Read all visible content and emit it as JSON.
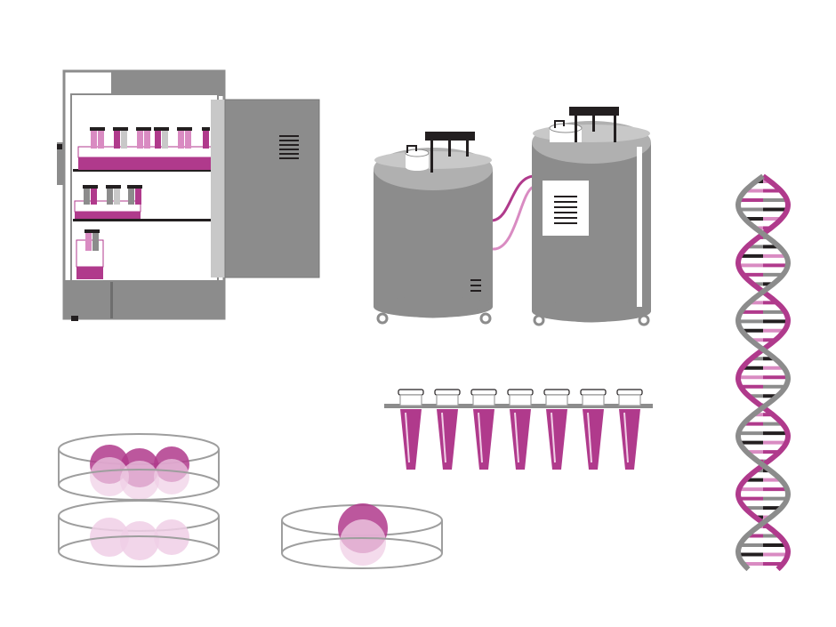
{
  "colors": {
    "magenta": "#b03a8c",
    "pink": "#d98bc2",
    "light_pink": "#f0cfe6",
    "gray": "#8c8c8c",
    "light_gray": "#c8c8c8",
    "dark": "#231f20",
    "outline": "#9e9e9e"
  },
  "illustration": {
    "items": [
      {
        "name": "lab-incubator",
        "icon": "incubator-icon"
      },
      {
        "name": "liquid-nitrogen-dewar-left",
        "icon": "cryo-tank-icon"
      },
      {
        "name": "liquid-nitrogen-dewar-right",
        "icon": "cryo-tank-icon"
      },
      {
        "name": "dna-double-helix",
        "icon": "dna-icon"
      },
      {
        "name": "pcr-tube-strip",
        "icon": "pcr-tubes-icon"
      },
      {
        "name": "stacked-culture-dishes",
        "icon": "petri-dish-icon"
      },
      {
        "name": "single-culture-dish",
        "icon": "petri-dish-icon"
      }
    ],
    "pcr_tube_count": 7,
    "dna_rung_count": 42
  }
}
